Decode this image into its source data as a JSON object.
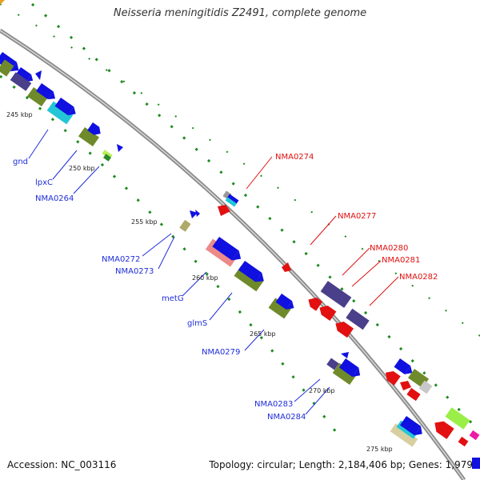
{
  "title": "Neisseria meningitidis Z2491, complete genome",
  "accession_text": "Accession: NC_003116",
  "summary_text": "Topology: circular; Length: 2,184,406 bp; Genes: 1,979",
  "colors": {
    "backbone": "#8a8a8a",
    "label_fwd": "#1f2ed8",
    "label_rev": "#e01010",
    "tick_green": "#1f8a1f"
  },
  "ticks": [
    {
      "label": "245 kbp"
    },
    {
      "label": "250 kbp"
    },
    {
      "label": "255 kbp"
    },
    {
      "label": "260 kbp"
    },
    {
      "label": "265 kbp"
    },
    {
      "label": "270 kbp"
    },
    {
      "label": "275 kbp"
    }
  ],
  "blue_labels": [
    {
      "text": "gnd"
    },
    {
      "text": "lpxC"
    },
    {
      "text": "NMA0264"
    },
    {
      "text": "NMA0272"
    },
    {
      "text": "NMA0273"
    },
    {
      "text": "metG"
    },
    {
      "text": "glmS"
    },
    {
      "text": "NMA0279"
    },
    {
      "text": "NMA0283"
    },
    {
      "text": "NMA0284"
    }
  ],
  "red_labels": [
    {
      "text": "NMA0274"
    },
    {
      "text": "NMA0277"
    },
    {
      "text": "NMA0280"
    },
    {
      "text": "NMA0281"
    },
    {
      "text": "NMA0282"
    }
  ]
}
